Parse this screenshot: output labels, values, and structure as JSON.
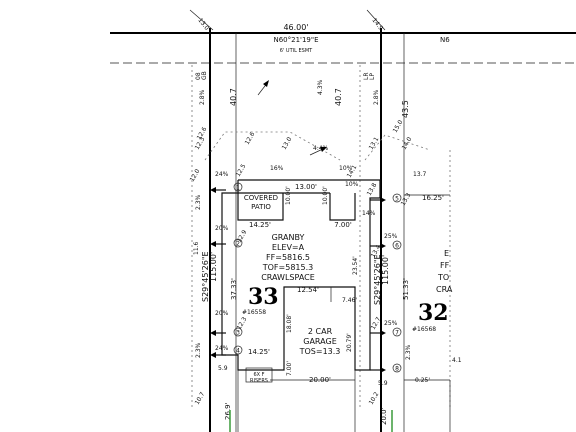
{
  "plot": {
    "frontage": "46.00'",
    "bearing_top": "N60°21'19\"E",
    "bearing_top_cut": "N6",
    "easement": "6' UTIL ESMT",
    "lot_left": {
      "number": "33",
      "id": "#16558"
    },
    "lot_right": {
      "number": "32",
      "id": "#16568"
    },
    "side_bearing": "S29°45'26\"E",
    "side_bearing_right": "S29°45'26\"E",
    "lot_depth": "115.00'",
    "house": {
      "lines": [
        "GRANBY",
        "ELEV=A",
        "FF=5816.5",
        "TOF=5815.3",
        "CRAWLSPACE"
      ],
      "patio": [
        "COVERED",
        "PATIO"
      ],
      "garage": [
        "2 CAR",
        "GARAGE",
        "TOS=13.3"
      ]
    },
    "dims": {
      "setback_left": "40.7",
      "setback_mid": "40.7",
      "setback_right": "43.5",
      "d13": "13.00'",
      "d1425a": "14.25'",
      "d1425b": "14.25'",
      "d1000a": "10.00'",
      "d1000b": "10.00'",
      "d700a": "7.00'",
      "d700b": "7.00'",
      "d1254": "12.54'",
      "d2000": "20.00'",
      "d1808": "18.08'",
      "d2079": "20.79'",
      "d2354": "23.54'",
      "d746": "7.46'",
      "d1625": "16.25'",
      "d3733": "37.33'",
      "d5133": "51.33'",
      "d269": "26.9'",
      "d200": "20.0'",
      "d025": "0.25'",
      "d417": "4.1"
    },
    "grades": {
      "g28a": "2.8%",
      "g28b": "2.8%",
      "g44": "4.4%",
      "g43": "4.3%",
      "g16": "16%",
      "g10a": "10%",
      "g10b": "10%",
      "g14": "14%",
      "g25a": "25%",
      "g25b": "25%",
      "g24a": "24%",
      "g24b": "24%",
      "g20a": "20%",
      "g20b": "20%",
      "g23": "2.3%",
      "g23b": "2.3%",
      "g23c": "2.3%"
    },
    "spots": {
      "s130": "13.0",
      "s149": "14.9",
      "s126a": "12.6",
      "s130b": "13.0",
      "s141": "14.1",
      "s123": "12.3",
      "s120": "12.0",
      "s125": "12.5",
      "s129": "12.9",
      "s116": "11.6",
      "s127": "12.7",
      "s123b": "12.3",
      "s131": "13.1",
      "s134": "13.4",
      "s138": "13.8",
      "s140": "14.0",
      "s137": "13.7",
      "s133": "13.3",
      "s102": "10.2",
      "s107": "10.7",
      "s59": "5.9",
      "s126b": "12.6",
      "s150": "15.0"
    },
    "risers": [
      "6X F",
      "RISERS"
    ],
    "right_cut": [
      "E",
      "FF",
      "TO",
      "CRA"
    ],
    "labels_misc": {
      "label_08": "08",
      "label_gb": "GB",
      "lr": "LR",
      "lp": "LP"
    },
    "circles": [
      "1",
      "2",
      "3",
      "4",
      "5",
      "6",
      "7",
      "8"
    ]
  }
}
